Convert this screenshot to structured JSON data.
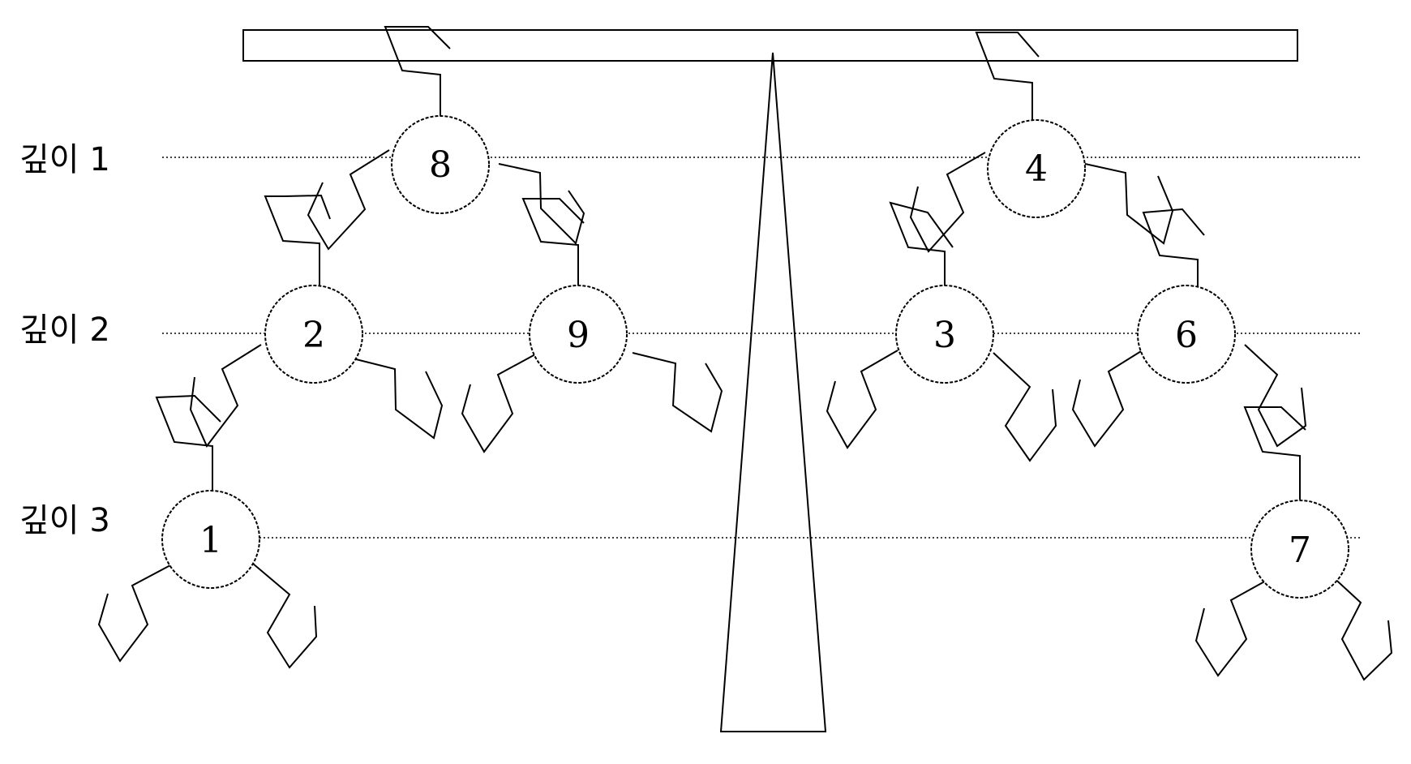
{
  "depth_labels": [
    "깊이 1",
    "깊이 2",
    "깊이 3"
  ],
  "nodes": {
    "n8": "8",
    "n4": "4",
    "n2": "2",
    "n9": "9",
    "n3": "3",
    "n6": "6",
    "n1": "1",
    "n7": "7"
  }
}
